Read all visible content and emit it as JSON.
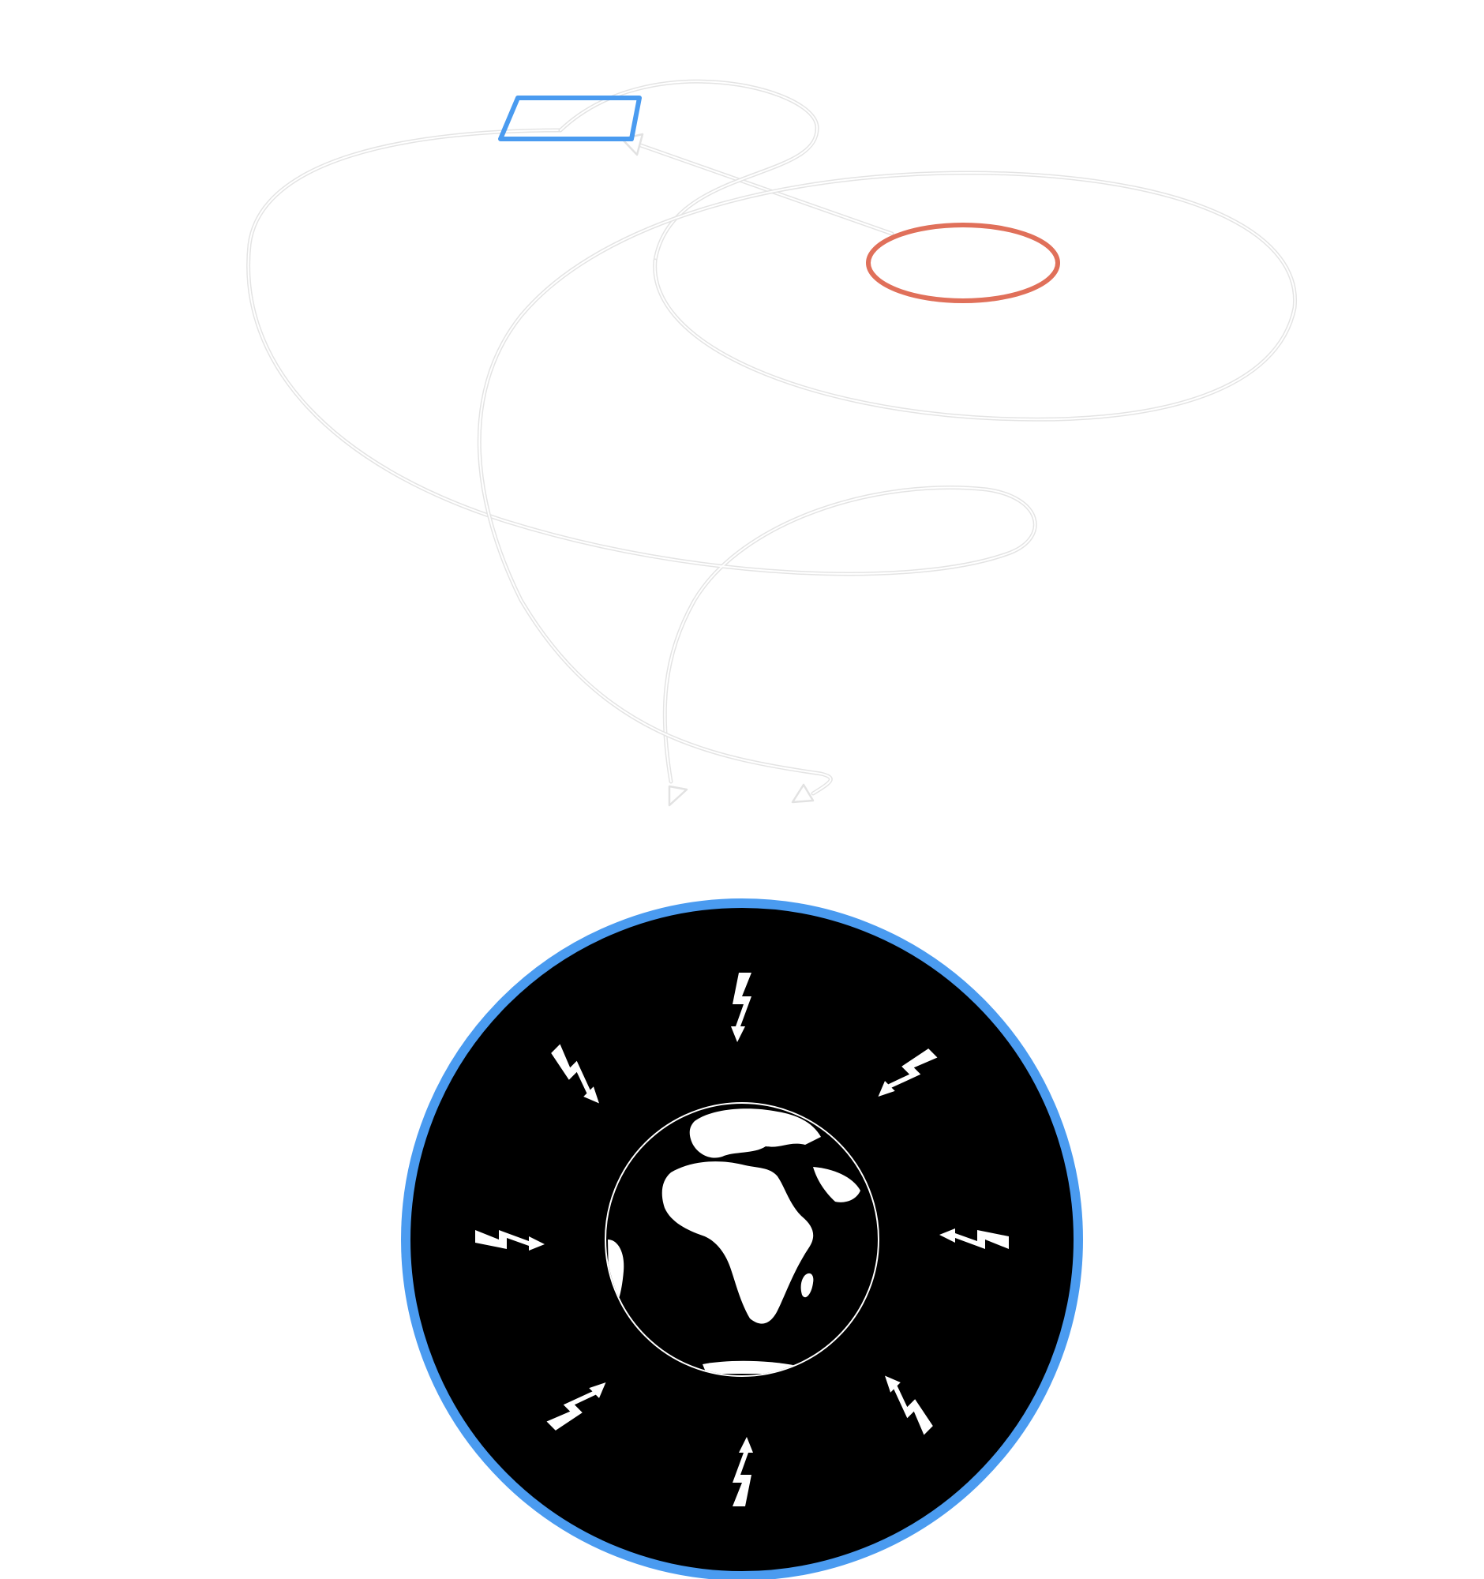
{
  "diagram": {
    "shapes": [
      {
        "kind": "parallelogram",
        "name": "blue-parallelogram",
        "stroke_color": "#4a9bf0"
      },
      {
        "kind": "ellipse",
        "name": "red-ellipse",
        "stroke_color": "#e0705a"
      }
    ],
    "connectors": [
      {
        "from": "red-ellipse",
        "to": "blue-parallelogram",
        "style": "arrow"
      },
      {
        "from": "blue-parallelogram",
        "to": "bottom",
        "style": "looping-arrow"
      },
      {
        "from": "red-ellipse",
        "to": "bottom",
        "style": "looping-arrow"
      }
    ],
    "connector_color": "#e4e4e4",
    "icon": {
      "name": "earth-lightning-icon",
      "background": "#000000",
      "border_color": "#4a9bf0",
      "bolt_count": 8,
      "foreground": "#ffffff"
    }
  }
}
